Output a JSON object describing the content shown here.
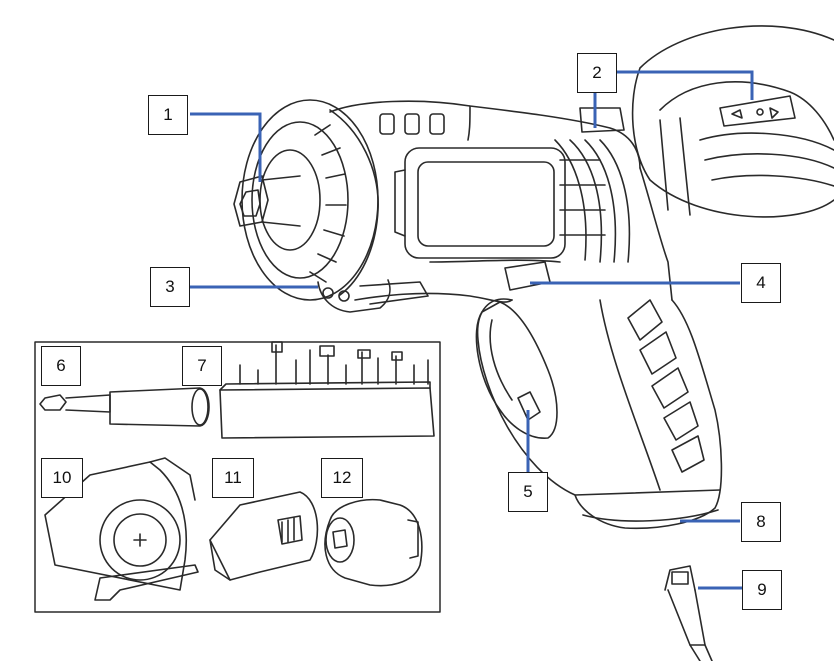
{
  "labels": {
    "l1": "1",
    "l2": "2",
    "l3": "3",
    "l4": "4",
    "l5": "5",
    "l6": "6",
    "l7": "7",
    "l8": "8",
    "l9": "9",
    "l10": "10",
    "l11": "11",
    "l12": "12"
  },
  "colors": {
    "leader": "#3a63b5",
    "line": "#2a2a2a"
  }
}
